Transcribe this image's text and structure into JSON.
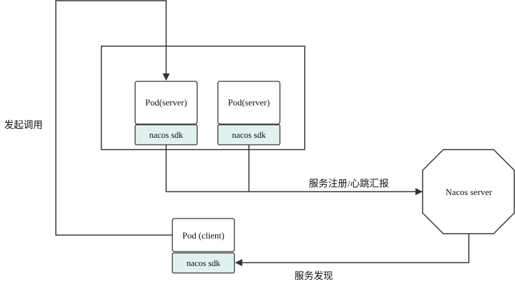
{
  "colors": {
    "stroke": "#333333",
    "box_fill": "#ffffff",
    "sdk_fill": "#e0f2ef",
    "text": "#111111"
  },
  "nodes": {
    "pod_server_1": {
      "title": "Pod(server)",
      "sdk": "nacos sdk"
    },
    "pod_server_2": {
      "title": "Pod(server)",
      "sdk": "nacos sdk"
    },
    "pod_client": {
      "title": "Pod (client)",
      "sdk": "nacos sdk"
    },
    "nacos_server": {
      "title": "Nacos server"
    }
  },
  "edges": {
    "invoke": "发起调用",
    "register": "服务注册/心跳汇报",
    "discover": "服务发现"
  }
}
